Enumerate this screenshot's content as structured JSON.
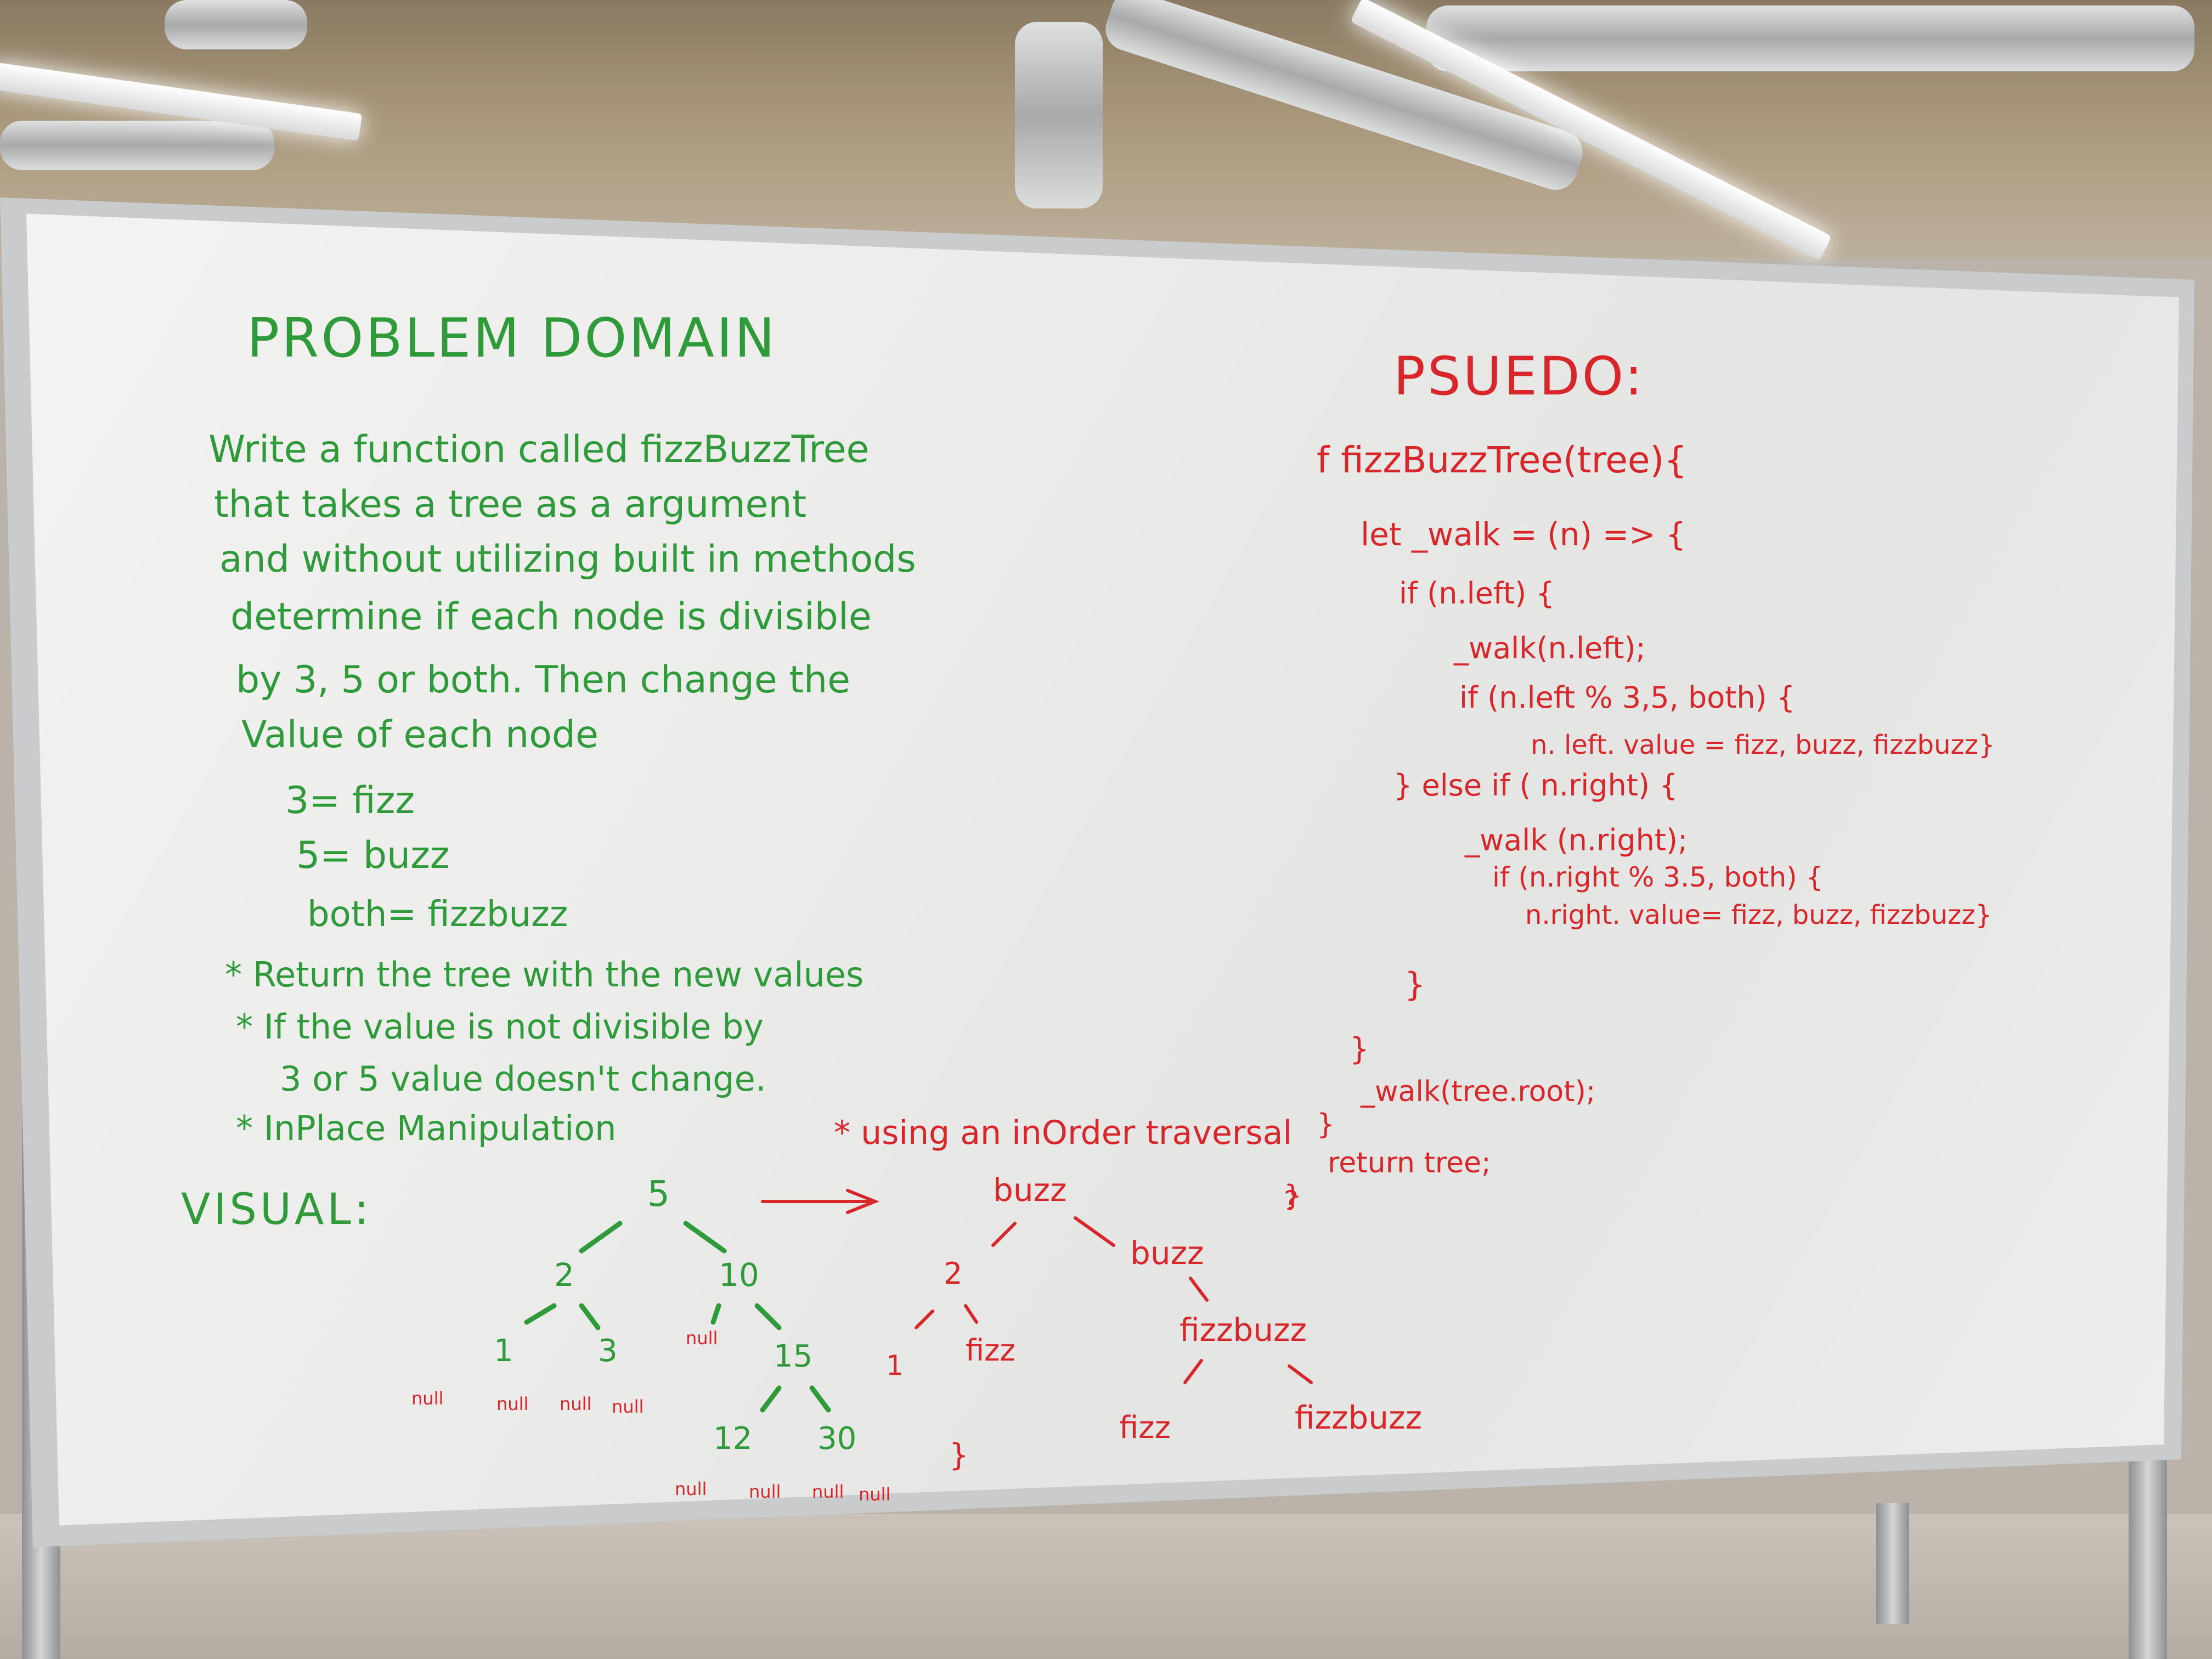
{
  "colors": {
    "green_marker": "#2e9a3a",
    "red_marker": "#d8262a",
    "board": "#eeeeec"
  },
  "problem": {
    "title": "PROBLEM DOMAIN",
    "lines": [
      "Write a function called fizzBuzzTree",
      "that takes a tree as a argument",
      "and without utilizing built in methods",
      "determine if each node is divisible",
      "by 3, 5 or both. Then change the",
      "Value of each node"
    ],
    "rules": [
      "3= fizz",
      "5= buzz",
      "both= fizzbuzz"
    ],
    "notes": [
      "* Return the tree with the new values",
      "* If the value is not divisible by",
      "3 or 5 value doesn't change.",
      "* InPlace Manipulation"
    ],
    "inorder_note": "* using an inOrder traversal",
    "visual_label": "VISUAL:"
  },
  "pseudo": {
    "title": "PSUEDO:",
    "lines": [
      "f fizzBuzzTree(tree){",
      "let _walk = (n) => {",
      "if (n.left) {",
      "_walk(n.left);",
      "if (n.left % 3,5, both) {",
      "n. left. value = fizz, buzz, fizzbuzz}",
      "} else if ( n.right) {",
      "_walk (n.right);",
      "if (n.right % 3.5, both) {",
      "n.right. value= fizz, buzz, fizzbuzz}",
      "}",
      "}",
      "_walk(tree.root);",
      "}",
      "return tree;",
      "}"
    ]
  },
  "tree_before": {
    "nodes": [
      "5",
      "2",
      "10",
      "1",
      "3",
      "null",
      "15",
      "12",
      "30"
    ],
    "null_leaves": [
      "null",
      "null",
      "null",
      "null",
      "null",
      "null",
      "null",
      "null"
    ]
  },
  "tree_after": {
    "nodes": [
      "buzz",
      "2",
      "buzz",
      "1",
      "fizz",
      "fizzbuzz",
      "fizz",
      "fizzbuzz"
    ]
  },
  "stray": [
    "}",
    "?"
  ]
}
